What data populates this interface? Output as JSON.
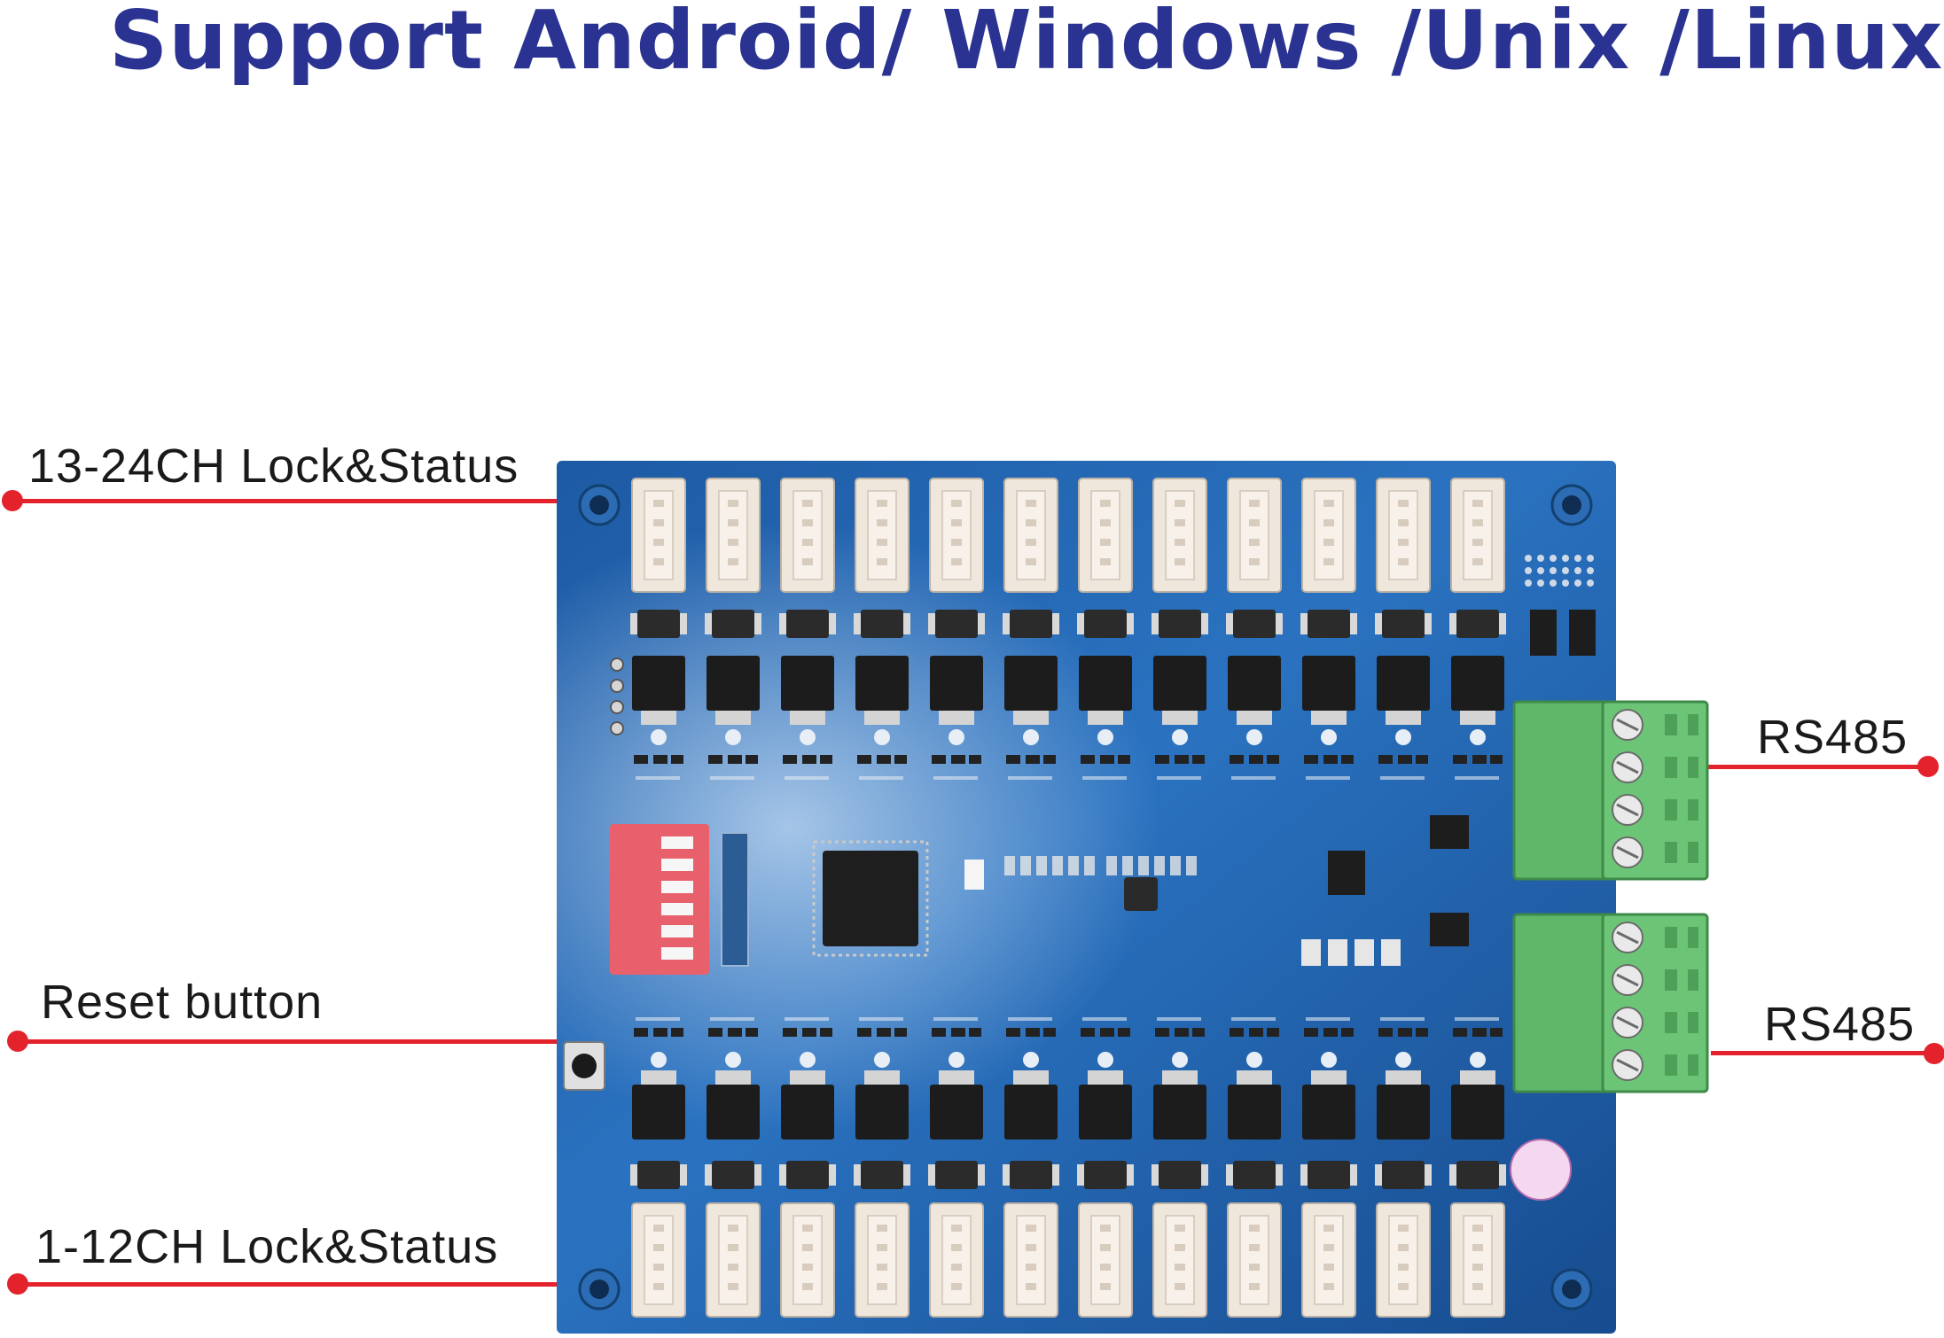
{
  "headline": "Support Android/ Windows /Unix /Linux",
  "callouts": {
    "top_connectors": "13-24CH Lock&Status",
    "reset": "Reset button",
    "bottom_connectors": "1-12CH Lock&Status",
    "rs485_upper": "RS485",
    "rs485_lower": "RS485"
  },
  "board": {
    "connector_count_top": 12,
    "connector_count_bottom": 12,
    "terminal_screws_per_block": 4,
    "dip_switch_positions": 6
  },
  "colors": {
    "headline": "#2a3391",
    "callout": "#e3222b",
    "pcb": "#1f5fa8",
    "terminal": "#5fb86a",
    "connector": "#efe6dc",
    "dip": "#e8606c"
  }
}
